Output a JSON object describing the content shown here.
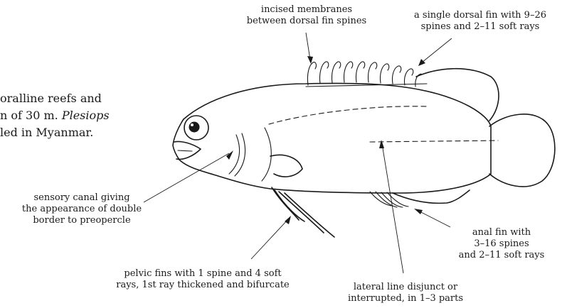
{
  "body_text": {
    "line1": "oralline reefs and",
    "line2_prefix": "n of 30 m. ",
    "line2_italic": "Plesiops",
    "line3": "led in Myanmar."
  },
  "labels": {
    "incised_membranes": [
      "incised membranes",
      "between dorsal fin spines"
    ],
    "dorsal_fin": [
      "a single dorsal fin with 9–26",
      "spines and 2–11 soft rays"
    ],
    "sensory_canal": [
      "sensory canal giving",
      "the appearance of double",
      "border to preopercle"
    ],
    "anal_fin": [
      "anal fin with",
      "3–16 spines",
      "and 2–11 soft rays"
    ],
    "pelvic_fins": [
      "pelvic fins with 1 spine and 4 soft",
      "rays, 1st ray thickened and bifurcate"
    ],
    "lateral_line": [
      "lateral line disjunct or",
      "interrupted, in 1–3 parts"
    ]
  }
}
